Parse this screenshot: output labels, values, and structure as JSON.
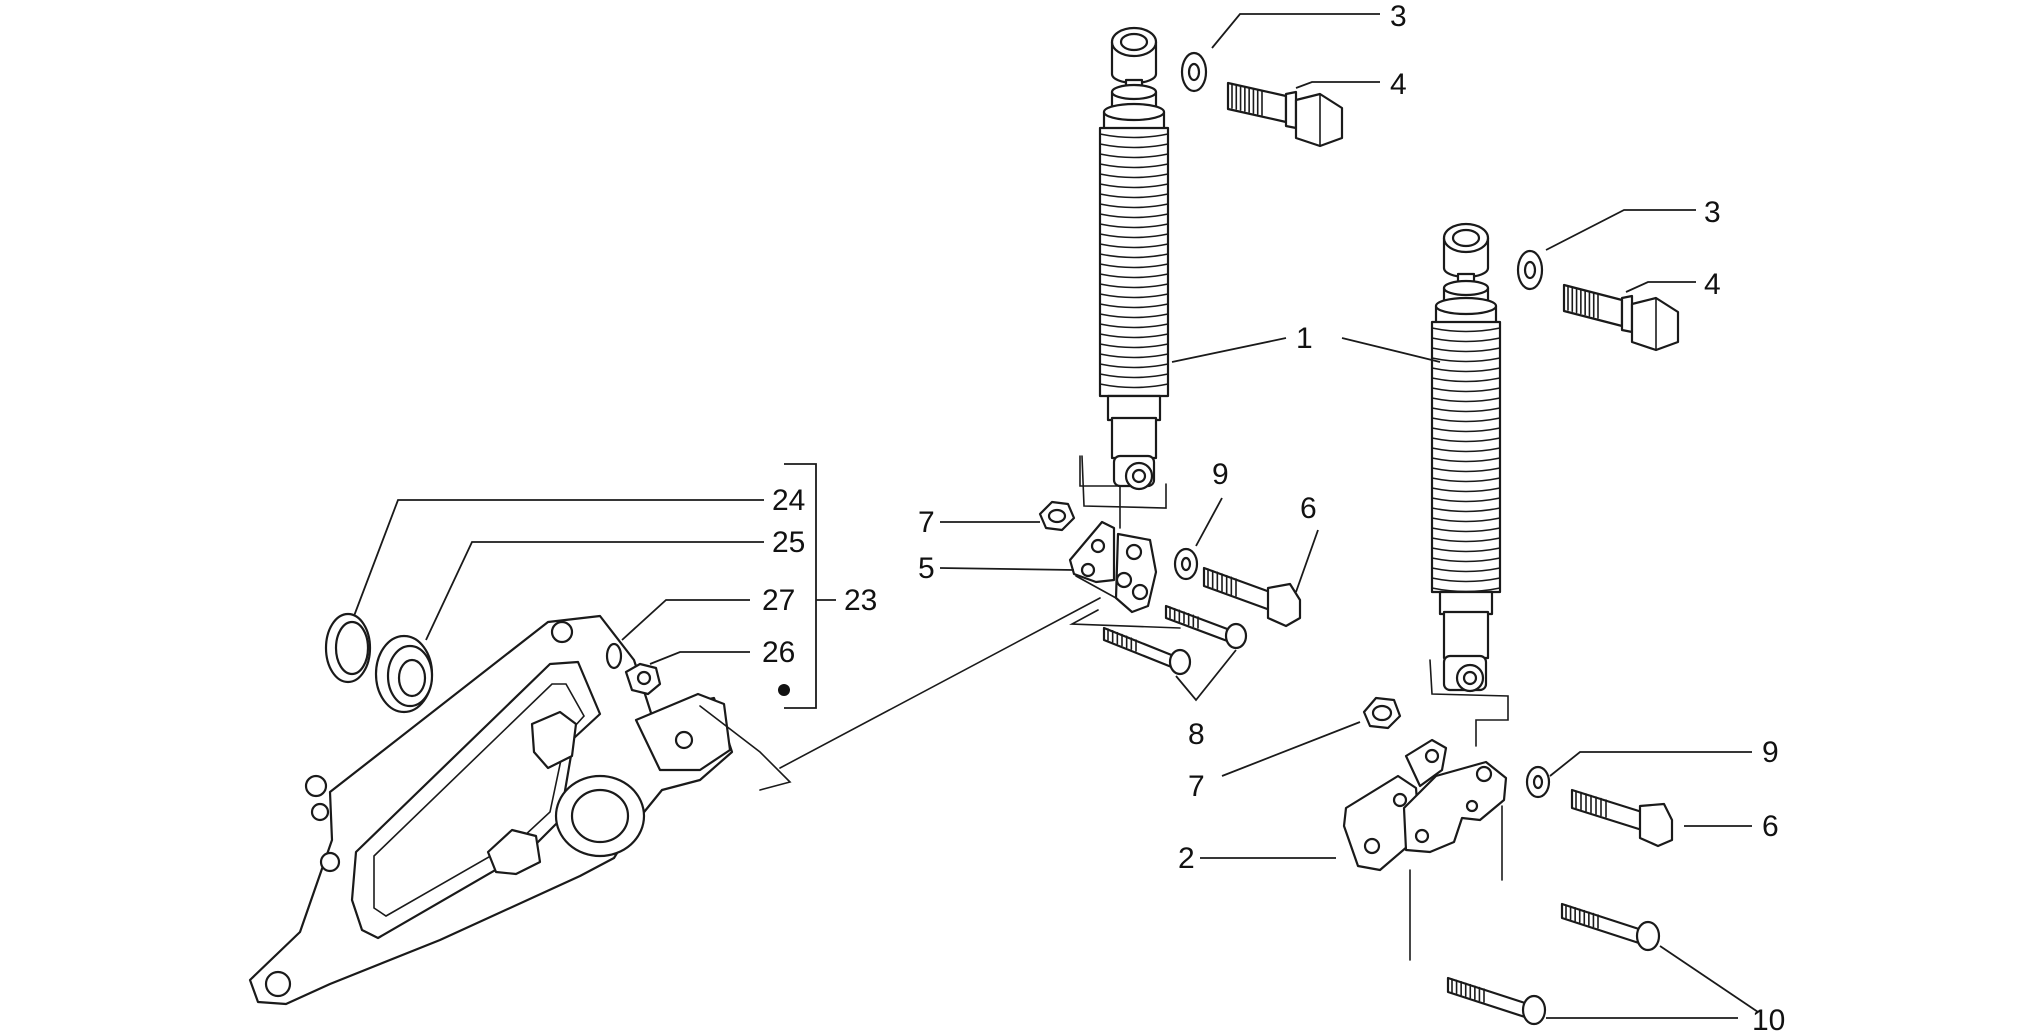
{
  "callouts": {
    "n1": "1",
    "n2": "2",
    "n3a": "3",
    "n4a": "4",
    "n3b": "3",
    "n4b": "4",
    "n5": "5",
    "n6a": "6",
    "n6b": "6",
    "n7a": "7",
    "n7b": "7",
    "n8": "8",
    "n9a": "9",
    "n9b": "9",
    "n10": "10",
    "n23": "23",
    "n24": "24",
    "n25": "25",
    "n26": "26",
    "n27": "27"
  },
  "colors": {
    "line": "#1a1a1a",
    "text": "#111111",
    "background": "#ffffff"
  }
}
